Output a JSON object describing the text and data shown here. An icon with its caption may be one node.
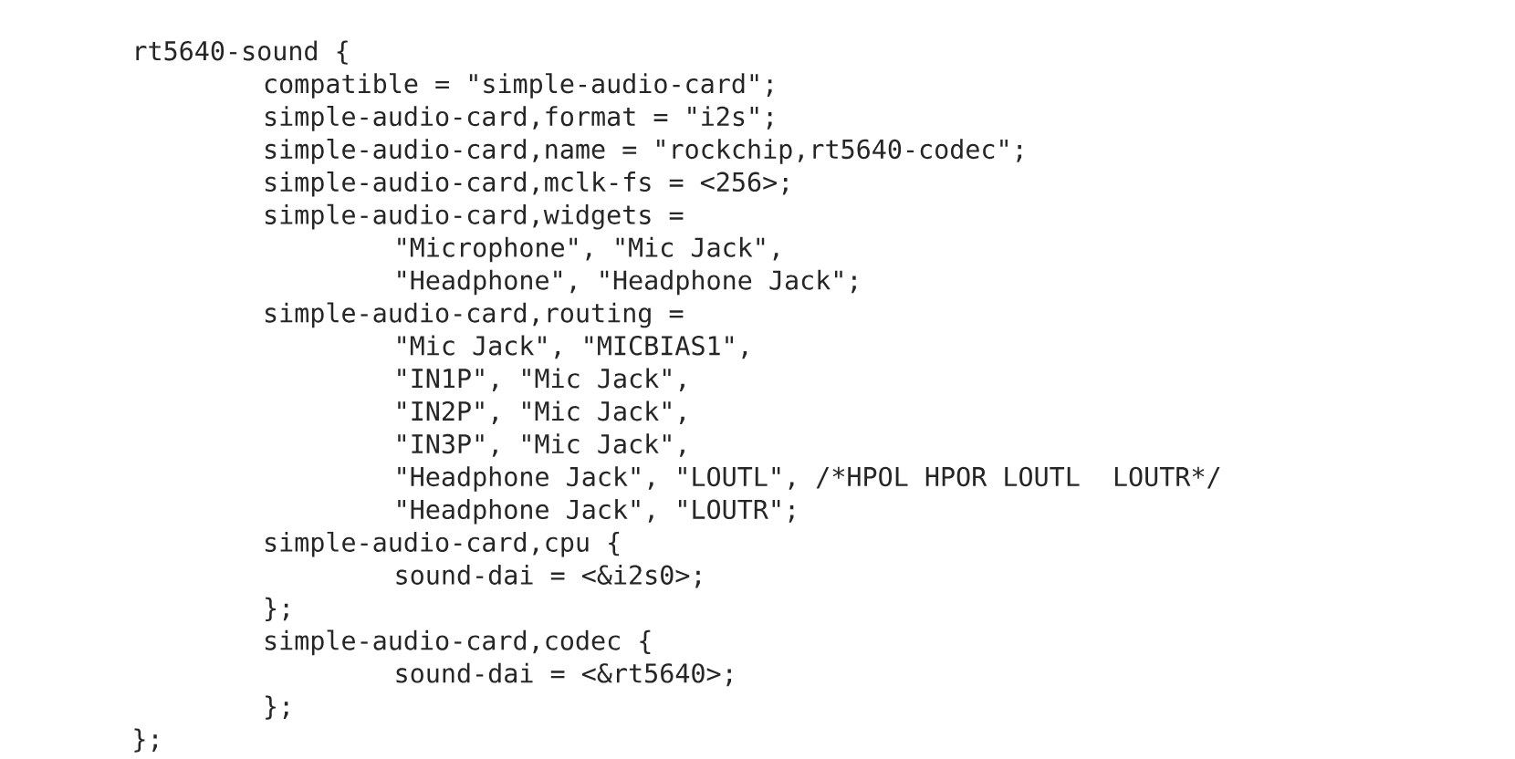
{
  "diagram": {
    "labels": [
      "rt5640-sound {",
      "compatible = \"simple-audio-card\";",
      "simple-audio-card,format = \"i2s\";",
      "simple-audio-card,name = \"rockchip,rt5640-codec\";",
      "simple-audio-card,mclk-fs = <256>;",
      "simple-audio-card,widgets =",
      "\"Microphone\", \"Mic Jack\",",
      "\"Headphone\", \"Headphone Jack\";",
      "simple-audio-card,routing =",
      "\"Mic Jack\", \"MICBIAS1\",",
      "\"IN1P\", \"Mic Jack\",",
      "\"IN2P\", \"Mic Jack\",",
      "\"IN3P\", \"Mic Jack\",",
      "\"Headphone Jack\", \"LOUTL\", /*HPOL HPOR LOUTL",
      "LOUTR*/",
      "\"Headphone Jack\", \"LOUTR\";",
      "simple-audio-card,cpu {",
      "sound-dai = <&i2s0>;",
      "};",
      "simple-audio-card,codec {",
      "sound-dai = <&rt5640>;",
      "};",
      "};"
    ]
  }
}
